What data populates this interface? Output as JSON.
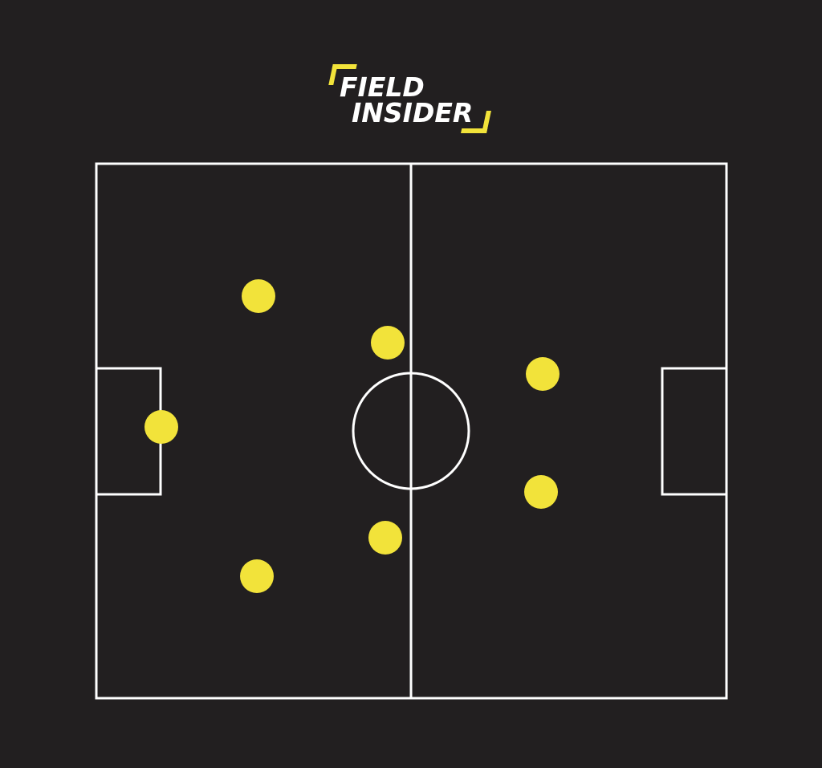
{
  "logo": {
    "line1": "FIELD",
    "line2": "INSIDER",
    "accent_color": "#f2e33a",
    "text_color": "#ffffff"
  },
  "pitch": {
    "background_color": "#221f20",
    "line_color": "#ffffff",
    "player_color": "#f2e33a",
    "players": [
      {
        "role": "goalkeeper"
      },
      {
        "role": "defender-top"
      },
      {
        "role": "defender-bottom"
      },
      {
        "role": "midfielder-top"
      },
      {
        "role": "midfielder-bottom"
      },
      {
        "role": "forward-top"
      },
      {
        "role": "forward-bottom"
      }
    ]
  }
}
